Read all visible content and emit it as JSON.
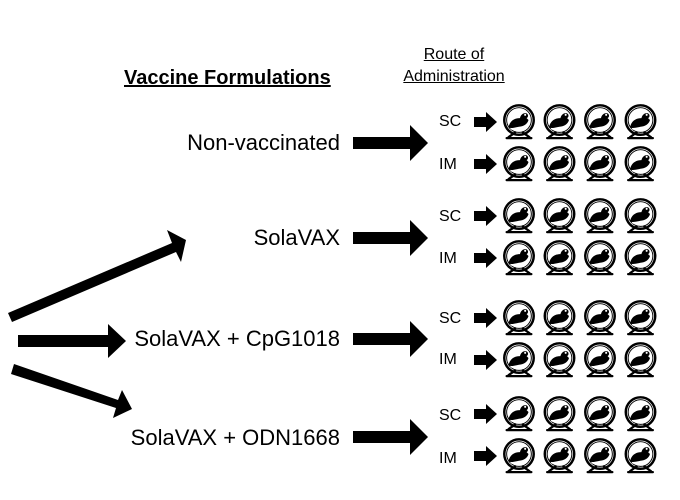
{
  "heading": "Vaccine Formulations",
  "route_heading": [
    "Route of",
    "Administration"
  ],
  "formulations": [
    {
      "label": "Non-vaccinated",
      "routes": [
        "SC",
        "IM"
      ]
    },
    {
      "label": "SolaVAX",
      "routes": [
        "SC",
        "IM"
      ]
    },
    {
      "label": "SolaVAX + CpG1018",
      "routes": [
        "SC",
        "IM"
      ]
    },
    {
      "label": "SolaVAX + ODN1668",
      "routes": [
        "SC",
        "IM"
      ]
    }
  ],
  "animals_per_route": 4,
  "icons": {
    "animal": "hamster-wheel-icon",
    "arrow": "arrow-right-icon"
  },
  "colors": {
    "ink": "#000000",
    "background": "#ffffff"
  }
}
